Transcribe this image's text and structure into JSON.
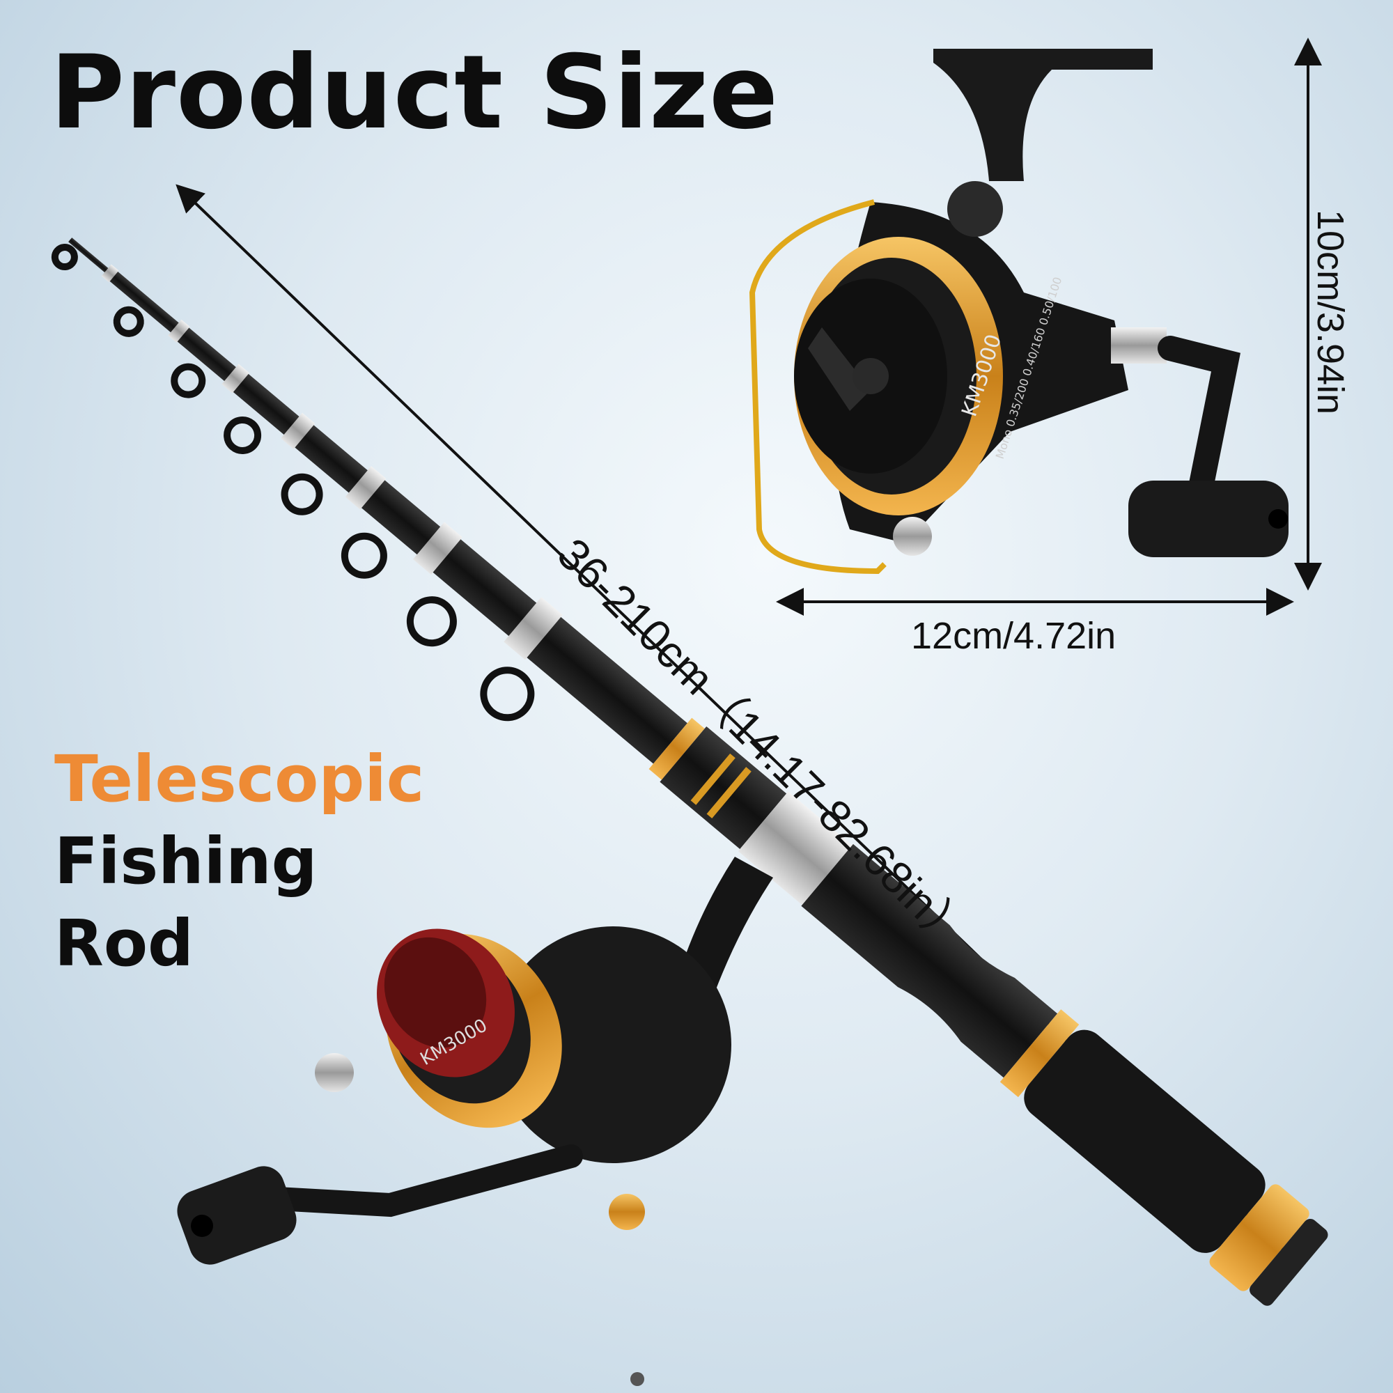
{
  "heading": {
    "title": "Product Size"
  },
  "tagline": {
    "line1": "Telescopic",
    "line2": "Fishing",
    "line3": "Rod"
  },
  "dimensions": {
    "reel_width": "12cm/4.72in",
    "reel_height": "10cm/3.94in",
    "rod_length": "36-210cm（14.17-82.68in）"
  },
  "reel": {
    "model_label": "KM3000",
    "line_spec": "Mono 0.35/200 0.40/160 0.50/100"
  },
  "colors": {
    "accent_orange": "#ee8b35",
    "gold": "#d99a23",
    "rod_black": "#151515",
    "background": "#dfeaf2"
  }
}
